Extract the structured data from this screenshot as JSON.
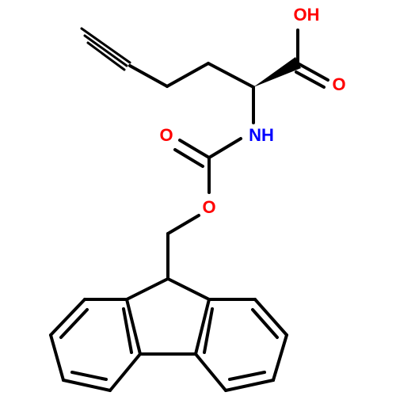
{
  "molecule": {
    "atoms": {
      "hydroxyl": "OH",
      "carbonyl_o_acid": "O",
      "amine": "NH",
      "carbonyl_o_carbamate": "O",
      "ester_o": "O"
    },
    "colors": {
      "bond": "#000000",
      "oxygen": "#ff0000",
      "nitrogen": "#0000ff",
      "background": "#ffffff"
    }
  }
}
